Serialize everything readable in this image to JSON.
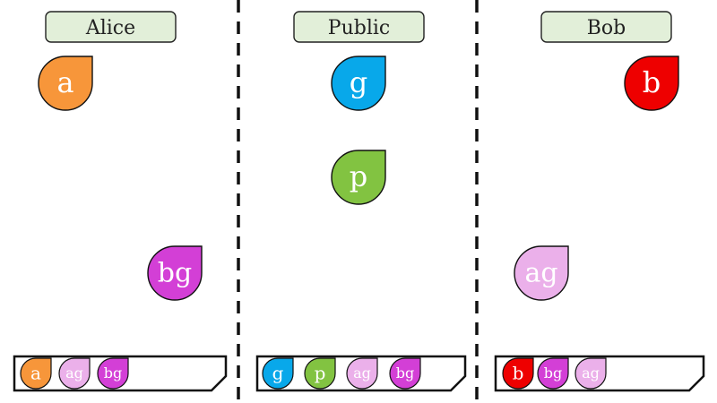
{
  "headers": [
    "Alice",
    "Public",
    "Bob"
  ],
  "colors": {
    "a": "#f7963a",
    "g": "#08a8ea",
    "p": "#82c341",
    "b": "#ee0000",
    "ag": "#ebb0ea",
    "bg": "#d33fd6",
    "header_fill": "#e2efd9"
  },
  "drops": {
    "alice_a": "a",
    "public_g": "g",
    "public_p": "p",
    "bob_b": "b",
    "alice_bg": "bg",
    "bob_ag": "ag"
  },
  "trays": {
    "alice": [
      "a",
      "ag",
      "bg"
    ],
    "public": [
      "g",
      "p",
      "ag",
      "bg"
    ],
    "bob": [
      "b",
      "bg",
      "ag"
    ]
  }
}
